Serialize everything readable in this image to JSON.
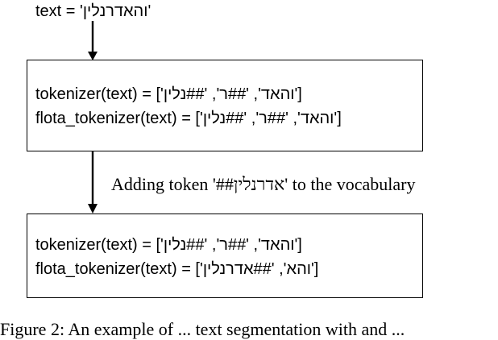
{
  "top_text": "text = 'והאדרנלין'",
  "box_before": {
    "tokenizer_line": "tokenizer(text) = ['והאד', '##ר', '##נלין']",
    "flota_line": "flota_tokenizer(text) = ['והאד', '##ר', '##נלין']"
  },
  "step_label": "Adding token '##אדרנלין' to the vocabulary",
  "box_after": {
    "tokenizer_line": "tokenizer(text) = ['והאד', '##ר', '##נלין']",
    "flota_line": "flota_tokenizer(text) = ['והא', '##אדרנלין']"
  },
  "caption": "Figure 2: An example of ... text segmentation with and ... "
}
